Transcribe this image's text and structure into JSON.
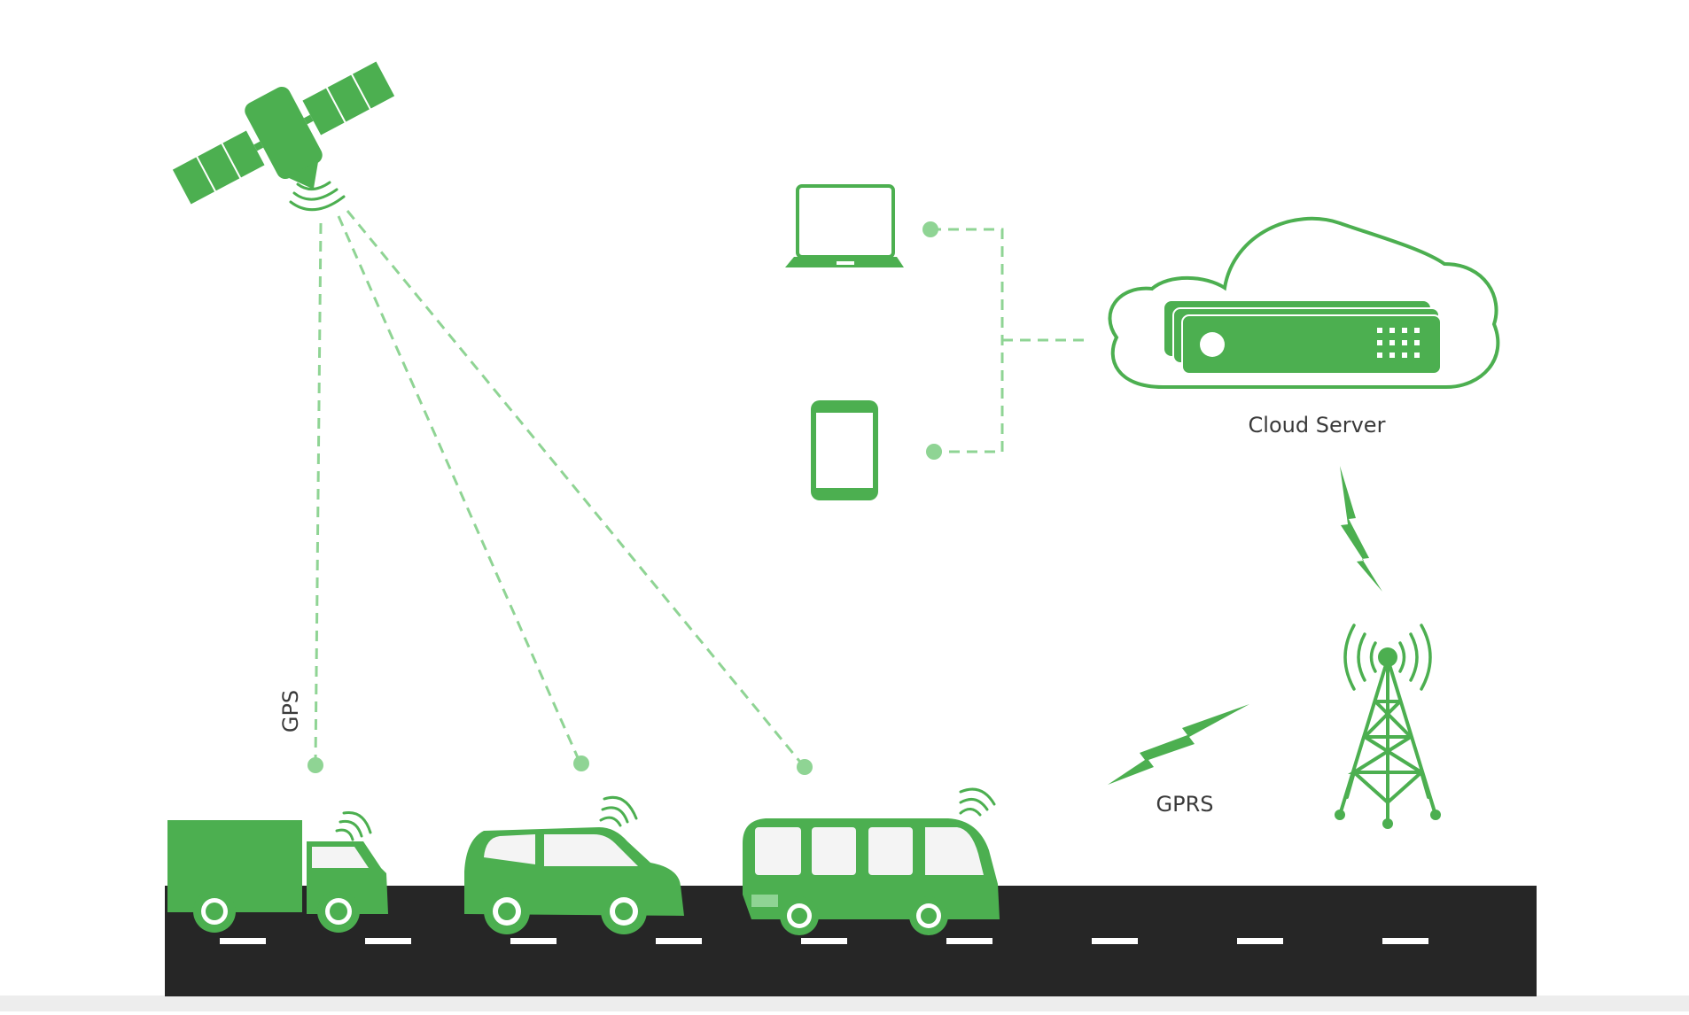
{
  "labels": {
    "gps": "GPS",
    "gprs": "GPRS",
    "cloud_server": "Cloud Server"
  },
  "colors": {
    "green": "#4caf50",
    "light_green": "#8fd494",
    "road": "#262626",
    "road_marking": "#ffffff",
    "window": "#f4f4f4",
    "text": "#3a3a3a"
  },
  "icons": [
    "satellite-icon",
    "laptop-icon",
    "tablet-icon",
    "cloud-icon",
    "server-icon",
    "cell-tower-icon",
    "lightning-icon",
    "truck-icon",
    "car-icon",
    "bus-icon",
    "signal-waves-icon"
  ]
}
